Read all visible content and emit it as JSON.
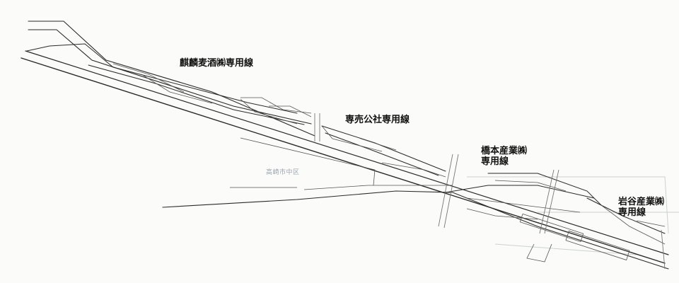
{
  "labels": {
    "kirin": "麒麟麦酒㈱専用線",
    "senbai": "専売公社専用線",
    "hashimoto_line1": "橋本産業㈱",
    "hashimoto_line2": "専用線",
    "iwatani_line1": "岩谷産業㈱",
    "iwatani_line2": "専用線",
    "district": "高崎市中区"
  },
  "colors": {
    "background": "#fbfbfa",
    "track": "#2a2a2a",
    "faint": "#c9d3cf"
  }
}
